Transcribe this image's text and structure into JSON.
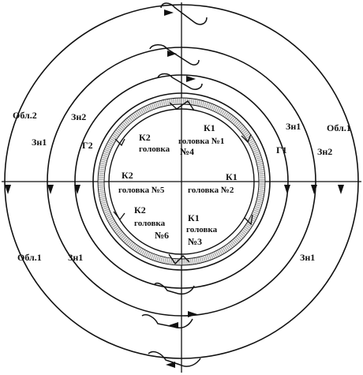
{
  "diagram": {
    "labels": {
      "obl2": "Обл.2",
      "obl1_right": "Обл.1",
      "obl1_left": "Обл.1",
      "zn1_left_upper": "Зн1",
      "zn2_left": "Зн2",
      "g2": "Г2",
      "k2_upper": "К2",
      "golovka_upper_left": "головка",
      "n4": "№4",
      "k1_upper": "К1",
      "golovka_n1": "головка №1",
      "zn1_right_upper": "Зн1",
      "obl1_upper_right": "Обл.1",
      "g1": "Г1",
      "zn2_right": "Зн2",
      "k2_mid": "К2",
      "golovka_n5": "головка №5",
      "k1_mid": "К1",
      "golovka_n2": "головка №2",
      "k2_lower": "К2",
      "golovka_lower_left": "головка",
      "n6": "№6",
      "k1_lower": "К1",
      "golovka_lower_right": "головка",
      "n3": "№3",
      "zn1_left_lower": "Зн1",
      "zn1_right_lower": "Зн1"
    },
    "colors": {
      "line": "#111111",
      "shade": "#b0b0b0"
    }
  }
}
